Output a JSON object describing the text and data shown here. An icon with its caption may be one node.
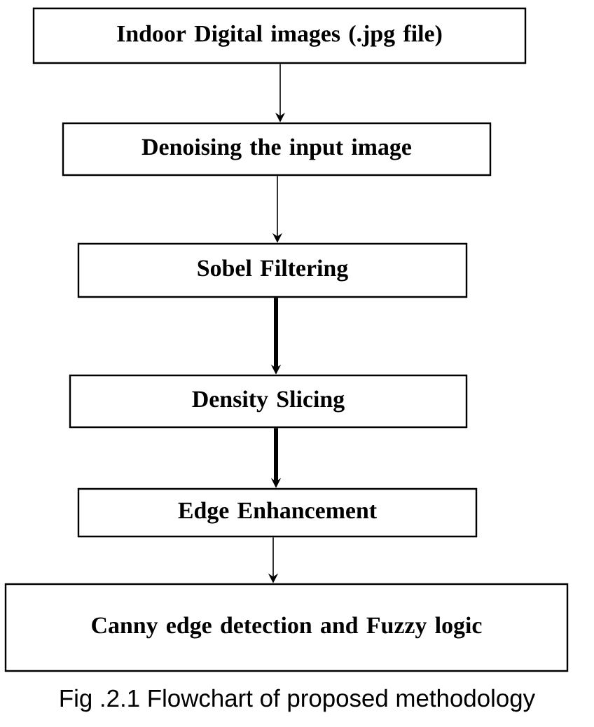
{
  "diagram": {
    "caption": "Fig .2.1 Flowchart of proposed methodology",
    "nodes": [
      {
        "text": [
          "Indoor Digital images (.jpg file)"
        ]
      },
      {
        "text": [
          "Denoising the input image"
        ]
      },
      {
        "text": [
          "Sobel Filtering"
        ]
      },
      {
        "text": [
          "Density Slicing"
        ]
      },
      {
        "text": [
          "Edge Enhancement"
        ]
      },
      {
        "text": [
          "Canny edge detection and Fuzzy logic"
        ]
      }
    ],
    "edges": [
      {
        "from": 0,
        "to": 1,
        "arrow": "to"
      },
      {
        "from": 1,
        "to": 2,
        "arrow": "to"
      },
      {
        "from": 2,
        "to": 3,
        "arrow": "to",
        "style": "thick"
      },
      {
        "from": 3,
        "to": 4,
        "arrow": "to",
        "style": "thick"
      },
      {
        "from": 4,
        "to": 5,
        "arrow": "to"
      }
    ]
  }
}
